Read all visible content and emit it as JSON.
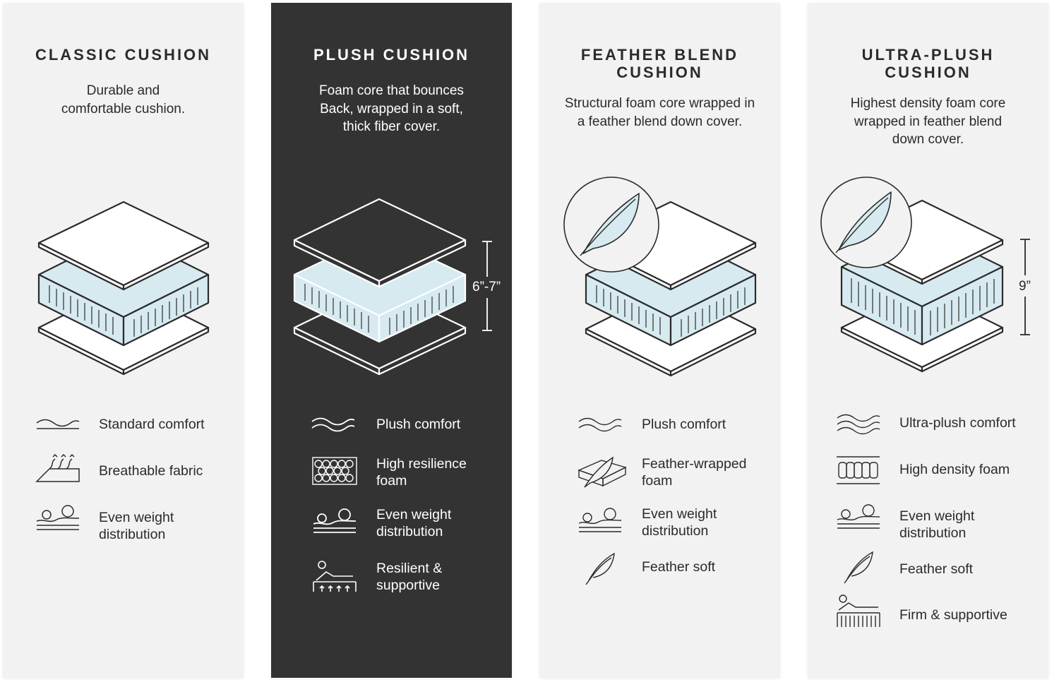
{
  "panels": [
    {
      "title": "CLASSIC CUSHION",
      "description": [
        "Durable and",
        "comfortable cushion."
      ],
      "features": [
        {
          "icon": "wave-single-icon",
          "label": [
            "Standard comfort"
          ]
        },
        {
          "icon": "breathable-fabric-icon",
          "label": [
            "Breathable fabric"
          ]
        },
        {
          "icon": "even-weight-icon",
          "label": [
            "Even weight",
            "distribution"
          ]
        }
      ]
    },
    {
      "title": "PLUSH CUSHION",
      "description": [
        "Foam core that bounces",
        "Back, wrapped in a soft,",
        "thick fiber cover."
      ],
      "dimension": "6”-7”",
      "features": [
        {
          "icon": "wave-double-icon",
          "label": [
            "Plush comfort"
          ]
        },
        {
          "icon": "foam-cells-icon",
          "label": [
            "High resilience",
            "foam"
          ]
        },
        {
          "icon": "even-weight-icon",
          "label": [
            "Even weight",
            "distribution"
          ]
        },
        {
          "icon": "reclining-support-icon",
          "label": [
            "Resilient &",
            "supportive"
          ]
        }
      ]
    },
    {
      "title": "FEATHER BLEND CUSHION",
      "title_lines": [
        "FEATHER BLEND",
        "CUSHION"
      ],
      "description": [
        "Structural foam core wrapped in",
        "a feather blend down cover."
      ],
      "features": [
        {
          "icon": "wave-double-icon",
          "label": [
            "Plush comfort"
          ]
        },
        {
          "icon": "feather-wrapped-foam-icon",
          "label": [
            "Feather-wrapped",
            "foam"
          ]
        },
        {
          "icon": "even-weight-icon",
          "label": [
            "Even weight",
            "distribution"
          ]
        },
        {
          "icon": "feather-icon",
          "label": [
            "Feather soft"
          ]
        }
      ]
    },
    {
      "title": "ULTRA-PLUSH CUSHION",
      "title_lines": [
        "ULTRA-PLUSH",
        "CUSHION"
      ],
      "description": [
        "Highest density foam core",
        "wrapped in feather blend",
        "down cover."
      ],
      "dimension": "9”",
      "features": [
        {
          "icon": "wave-triple-icon",
          "label": [
            "Ultra-plush comfort"
          ]
        },
        {
          "icon": "high-density-foam-icon",
          "label": [
            "High density foam"
          ]
        },
        {
          "icon": "even-weight-icon",
          "label": [
            "Even weight",
            "distribution"
          ]
        },
        {
          "icon": "feather-icon",
          "label": [
            "Feather soft"
          ]
        },
        {
          "icon": "firm-support-icon",
          "label": [
            "Firm & supportive"
          ]
        }
      ]
    }
  ],
  "colors": {
    "panel_light": "#f2f2f2",
    "panel_dark": "#333333",
    "foam": "#d6eaf0",
    "line": "#2b2b2b"
  }
}
